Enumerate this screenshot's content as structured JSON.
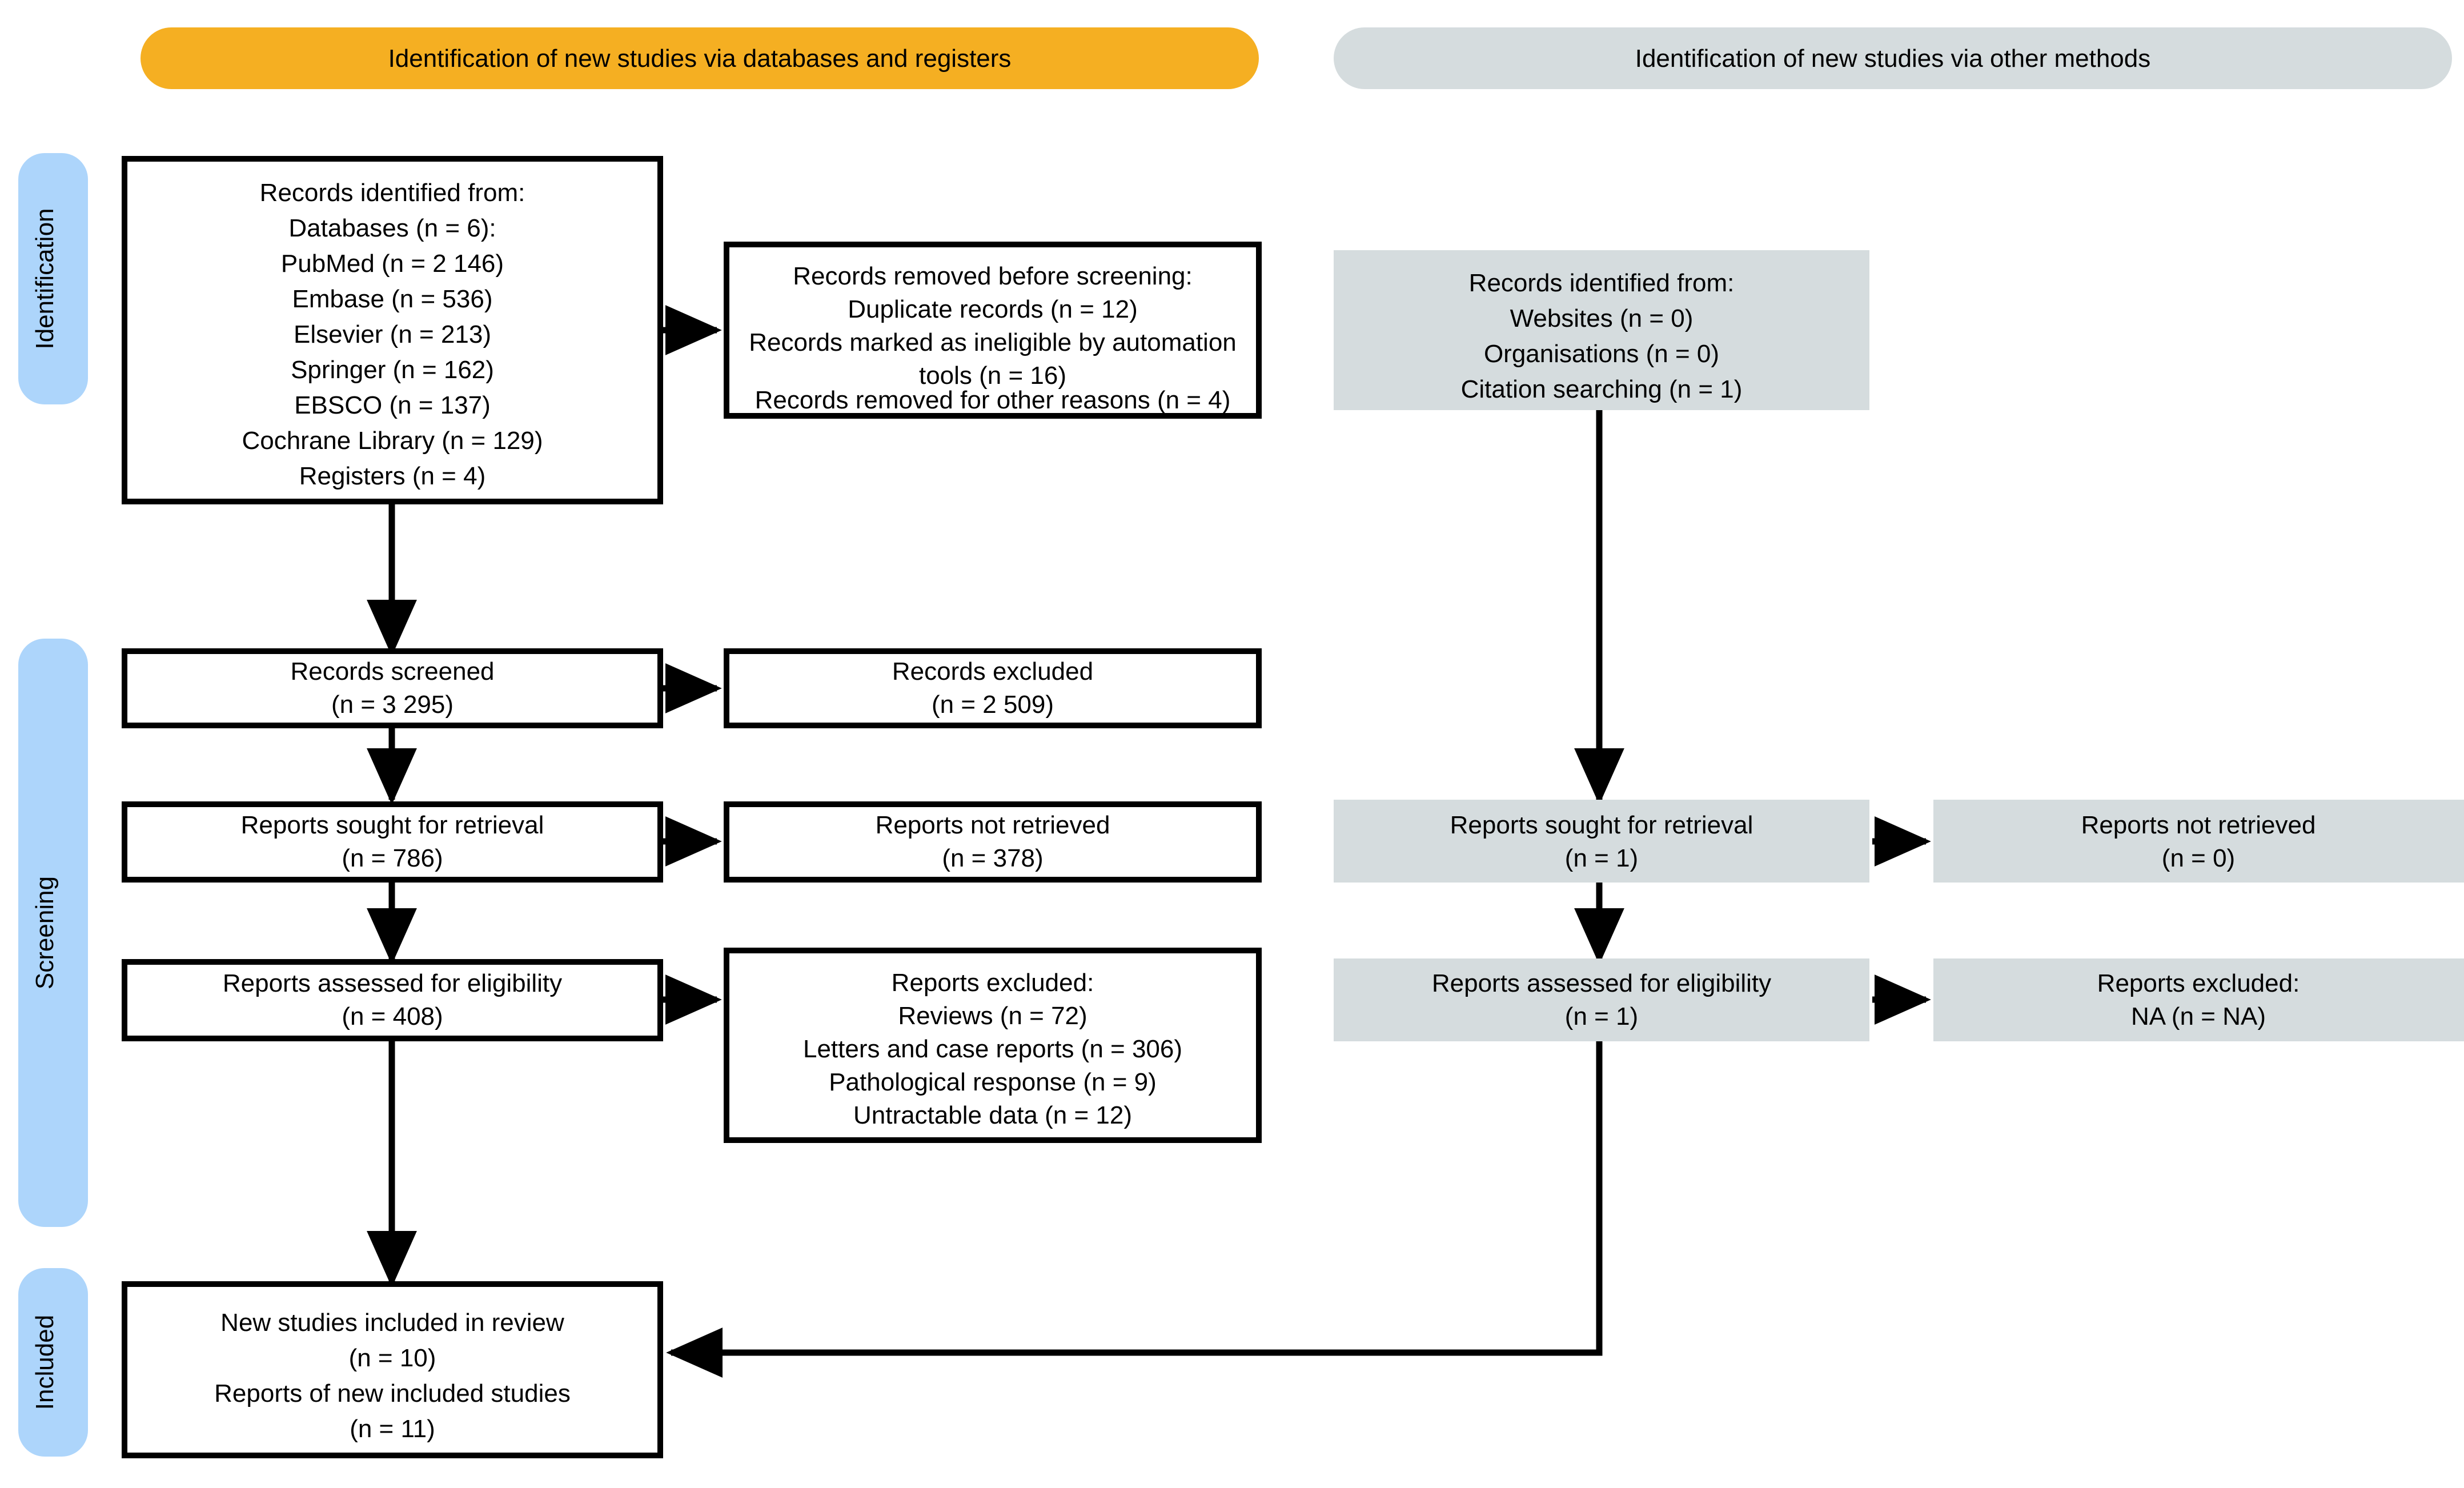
{
  "figure": {
    "type": "prisma-flow-diagram",
    "colors": {
      "identification_banner": "#F5AF22",
      "other_methods_banner": "#D5DCDE",
      "stage_tab": "#ADD5FB",
      "grey_box": "#D5DCDE",
      "box_border": "#000000",
      "page_background": "#FFFFFF"
    }
  },
  "headers": {
    "databases": "Identification of new studies via databases and registers",
    "other": "Identification of new studies via other methods"
  },
  "stages": [
    {
      "label": "Identification"
    },
    {
      "label": "Screening"
    },
    {
      "label": "Included"
    }
  ],
  "left_column": {
    "identified": {
      "lines": [
        "Records identified from:",
        "Databases (n = 6):",
        "PubMed (n = 2 146)",
        "Embase (n = 536)",
        "Elsevier (n = 213)",
        "Springer (n = 162)",
        "EBSCO (n = 137)",
        "Cochrane Library (n = 129)",
        "Registers (n = 4)"
      ]
    },
    "screened": {
      "lines": [
        "Records screened",
        "(n = 3 295)"
      ]
    },
    "sought": {
      "lines": [
        "Reports sought for retrieval",
        "(n = 786)"
      ]
    },
    "assessed": {
      "lines": [
        "Reports assessed for eligibility",
        "(n = 408)"
      ]
    },
    "included": {
      "lines": [
        "New studies included in review",
        "(n = 10)",
        "Reports of new included studies",
        "(n = 11)"
      ]
    }
  },
  "left_exclusions": {
    "removed_before_screening": {
      "lines": [
        "Records removed before screening:",
        "Duplicate records (n = 12)",
        "Records marked as ineligible by automation",
        "tools (n = 16)",
        "Records removed for other reasons (n = 4)"
      ]
    },
    "records_excluded": {
      "lines": [
        "Records excluded",
        "(n = 2 509)"
      ]
    },
    "reports_not_retrieved": {
      "lines": [
        "Reports not retrieved",
        "(n = 378)"
      ]
    },
    "reports_excluded": {
      "lines": [
        "Reports excluded:",
        "Reviews (n = 72)",
        "Letters and case reports (n = 306)",
        "Pathological response (n = 9)",
        "Untractable data (n = 12)"
      ]
    }
  },
  "right_column": {
    "identified": {
      "lines": [
        "Records identified from:",
        "Websites (n = 0)",
        "Organisations (n = 0)",
        "Citation searching (n = 1)"
      ]
    },
    "sought": {
      "lines": [
        "Reports sought for retrieval",
        "(n = 1)"
      ]
    },
    "assessed": {
      "lines": [
        "Reports assessed for eligibility",
        "(n = 1)"
      ]
    }
  },
  "right_exclusions": {
    "reports_not_retrieved": {
      "lines": [
        "Reports not retrieved",
        "(n = 0)"
      ]
    },
    "reports_excluded": {
      "lines": [
        "Reports excluded:",
        "NA (n = NA)"
      ]
    }
  }
}
